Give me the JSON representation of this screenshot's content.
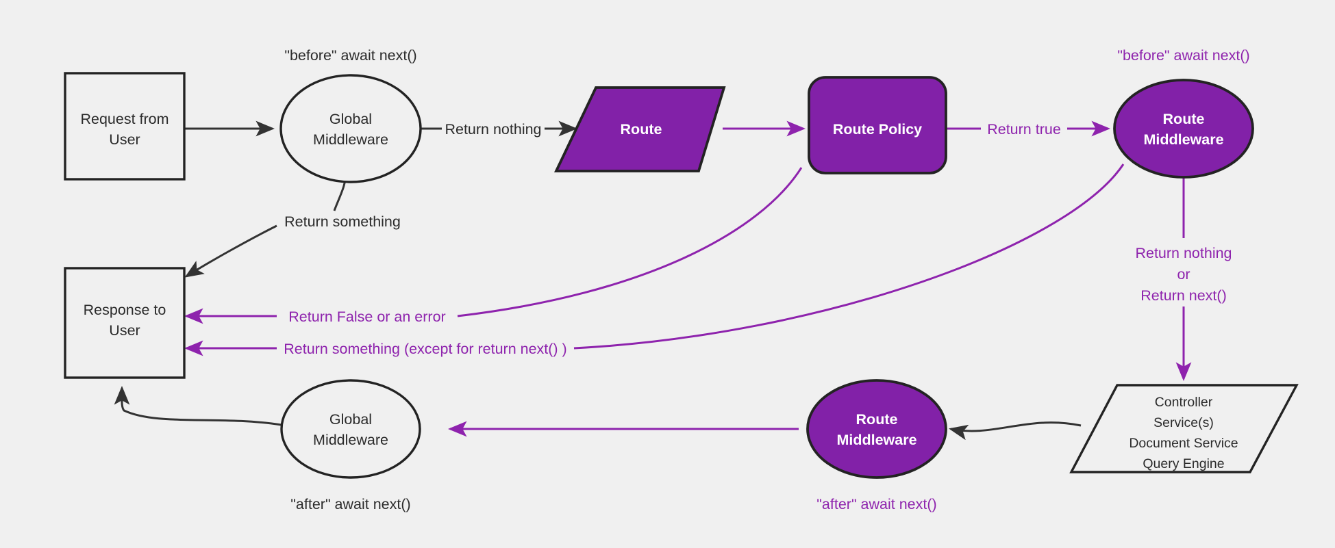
{
  "diagram": {
    "title": "Middleware request/response lifecycle flow",
    "background_color": "#f0f0f0",
    "accent_purple": "#8221a8",
    "line_purple": "#8e23ad",
    "line_dark": "#333333"
  },
  "nodes": {
    "request_from_user": {
      "line1": "Request from",
      "line2": "User",
      "shape": "rectangle",
      "style": "light"
    },
    "global_middleware_top": {
      "line1": "Global",
      "line2": "Middleware",
      "shape": "ellipse",
      "style": "light"
    },
    "route": {
      "line1": "Route",
      "shape": "parallelogram",
      "style": "purple"
    },
    "route_policy": {
      "line1": "Route Policy",
      "shape": "rounded-rectangle",
      "style": "purple"
    },
    "route_middleware_top": {
      "line1": "Route",
      "line2": "Middleware",
      "shape": "ellipse",
      "style": "purple"
    },
    "controller_service": {
      "line1": "Controller",
      "line2": "Service(s)",
      "line3": "Document Service",
      "line4": "Query Engine",
      "shape": "parallelogram",
      "style": "light"
    },
    "route_middleware_bottom": {
      "line1": "Route",
      "line2": "Middleware",
      "shape": "ellipse",
      "style": "purple"
    },
    "global_middleware_bottom": {
      "line1": "Global",
      "line2": "Middleware",
      "shape": "ellipse",
      "style": "light"
    },
    "response_to_user": {
      "line1": "Response to",
      "line2": "User",
      "shape": "rectangle",
      "style": "light"
    }
  },
  "annotations": {
    "before_await_next_global": {
      "text": "\"before\" await next()",
      "color": "dark"
    },
    "before_await_next_route": {
      "text": "\"before\" await next()",
      "color": "purple"
    },
    "after_await_next_global": {
      "text": "\"after\" await next()",
      "color": "dark"
    },
    "after_await_next_route": {
      "text": "\"after\" await next()",
      "color": "purple"
    }
  },
  "edge_labels": {
    "return_nothing_top": {
      "text": "Return nothing",
      "color": "dark"
    },
    "return_something_top": {
      "text": "Return something",
      "color": "dark"
    },
    "return_true": {
      "text": "Return true",
      "color": "purple"
    },
    "return_false_or_error": {
      "text": "Return False or an error",
      "color": "purple"
    },
    "return_something_except_next": {
      "text": "Return something (except for return next() )",
      "color": "purple"
    },
    "return_nothing_or_next_l1": {
      "text": "Return nothing",
      "color": "purple"
    },
    "return_nothing_or_next_l2": {
      "text": "or",
      "color": "purple"
    },
    "return_nothing_or_next_l3": {
      "text": "Return next()",
      "color": "purple"
    }
  }
}
